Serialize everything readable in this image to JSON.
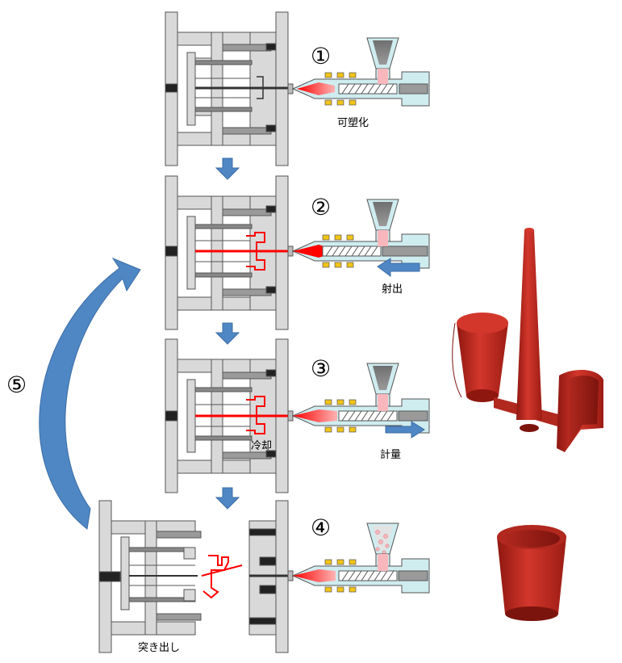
{
  "steps": [
    {
      "number": "①",
      "label": "可塑化"
    },
    {
      "number": "②",
      "label": "射出"
    },
    {
      "number": "③",
      "label": "計量"
    },
    {
      "number": "④",
      "label": ""
    }
  ],
  "cooling_label": "冷却",
  "ejection_label": "突き出し",
  "cycle_number": "⑤",
  "colors": {
    "mold": "#d9d9d9",
    "mold_outline": "#555555",
    "resin": "#ff0000",
    "barrel": "#cfecef",
    "pellet": "#f7b7bd",
    "arrow": "#4f86c4",
    "product": "#c0241b"
  }
}
